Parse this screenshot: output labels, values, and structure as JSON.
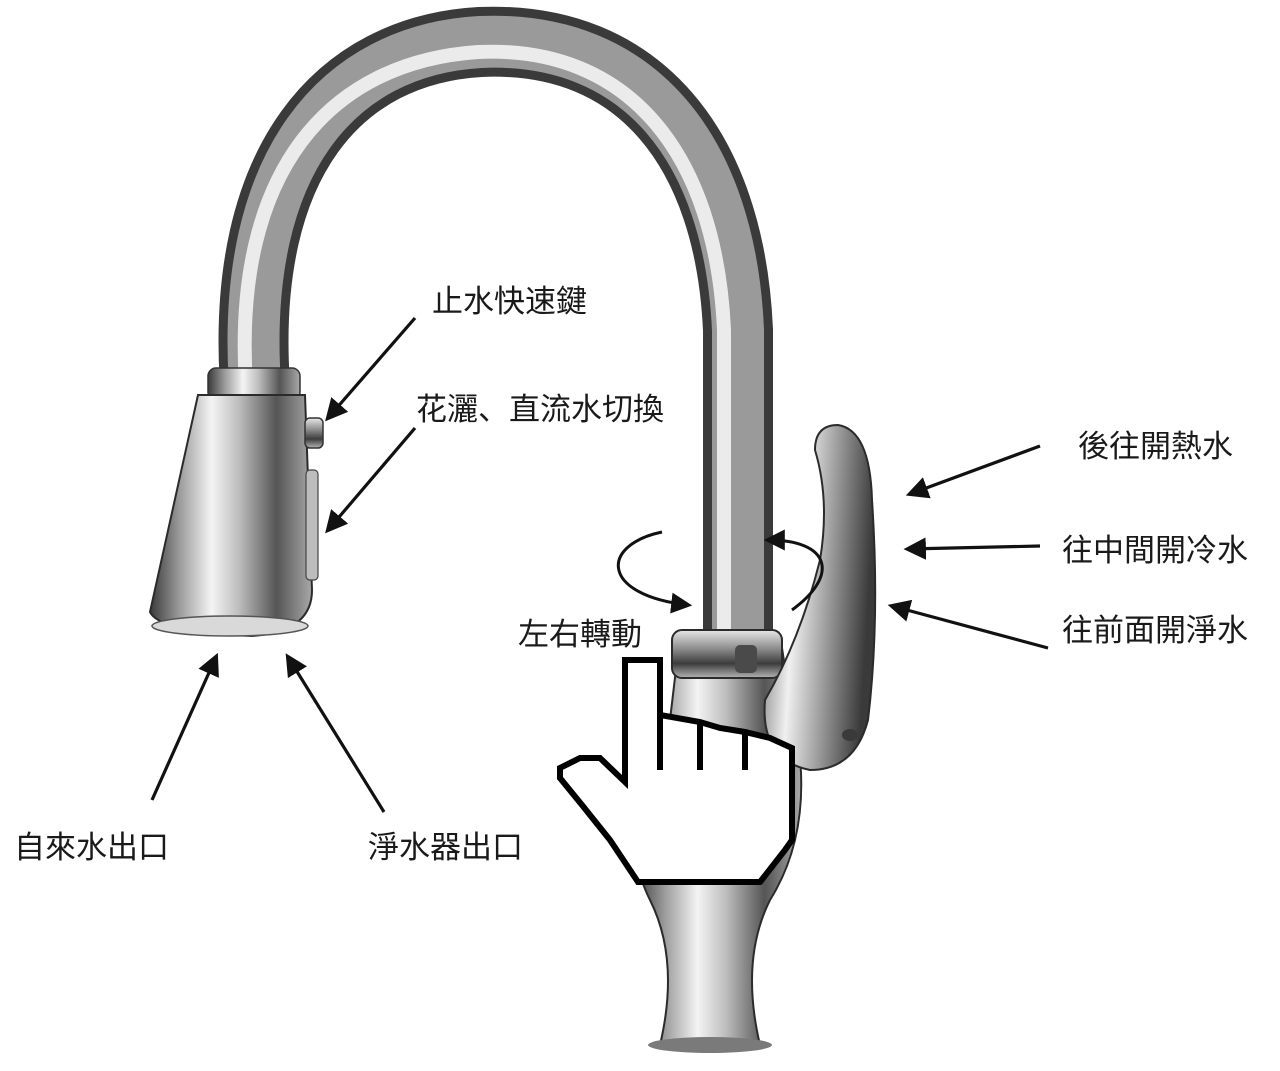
{
  "labels": {
    "stop_button": "止水快速鍵",
    "spray_switch": "花灑、直流水切換",
    "hot_water": "後往開熱水",
    "cold_water": "往中間開冷水",
    "purified_water": "往前面開淨水",
    "rotate": "左右轉動",
    "tap_outlet": "自來水出口",
    "filter_outlet": "淨水器出口"
  },
  "colors": {
    "text": "#1a1a1a",
    "chrome_dark": "#2b2b2b",
    "chrome_mid": "#8c8c8c",
    "chrome_light": "#f2f2f2"
  },
  "icons": {
    "cursor": "hand-pointer-icon",
    "rotation": "rotate-arrows-icon"
  }
}
